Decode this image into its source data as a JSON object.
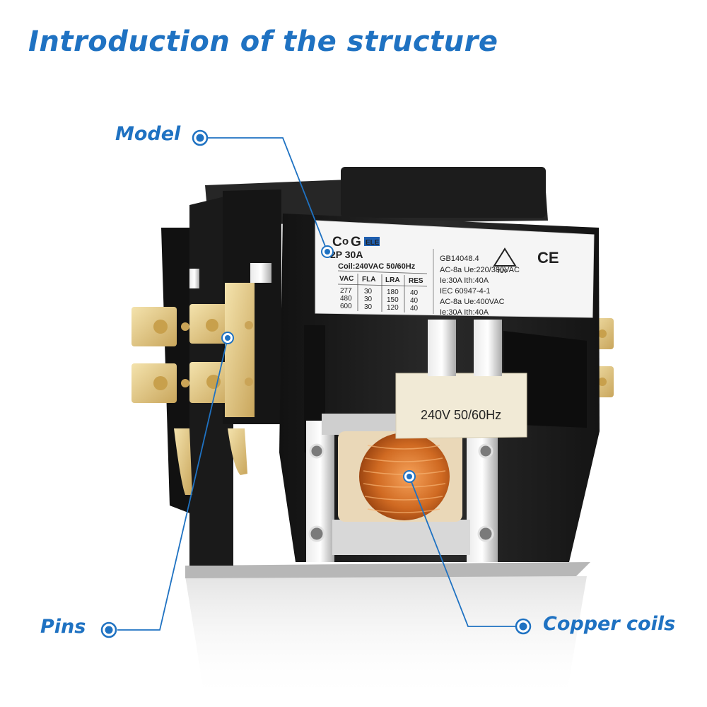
{
  "title": "Introduction of the structure",
  "callouts": {
    "model": "Model",
    "pins": "Pins",
    "copper": "Copper coils"
  },
  "label": {
    "brand_c": "C",
    "brand_o": "o",
    "brand_g": "G",
    "brand_badge": "ELE",
    "model": "2P 30A",
    "coil": "Coil:240VAC  50/60Hz",
    "table_headers": [
      "VAC",
      "FLA",
      "LRA",
      "RES"
    ],
    "table_rows": [
      [
        "277",
        "30",
        "180",
        "40"
      ],
      [
        "480",
        "30",
        "150",
        "40"
      ],
      [
        "600",
        "30",
        "120",
        "40"
      ]
    ],
    "specs": [
      "GB14048.4",
      "AC-8a  Ue:220/380VAC",
      "Ie:30A  Ith:40A",
      "IEC 60947-4-1",
      "AC-8a  Ue:400VAC",
      "Ie:30A  Ith:40A"
    ],
    "tuv": "TÜV",
    "ce": "CE"
  },
  "coil_tag": "240V  50/60Hz",
  "colors": {
    "accent": "#1f72c2",
    "body": "#1b1b1b",
    "terminal": "#e7cf8e",
    "copper": "#cf6d26"
  }
}
